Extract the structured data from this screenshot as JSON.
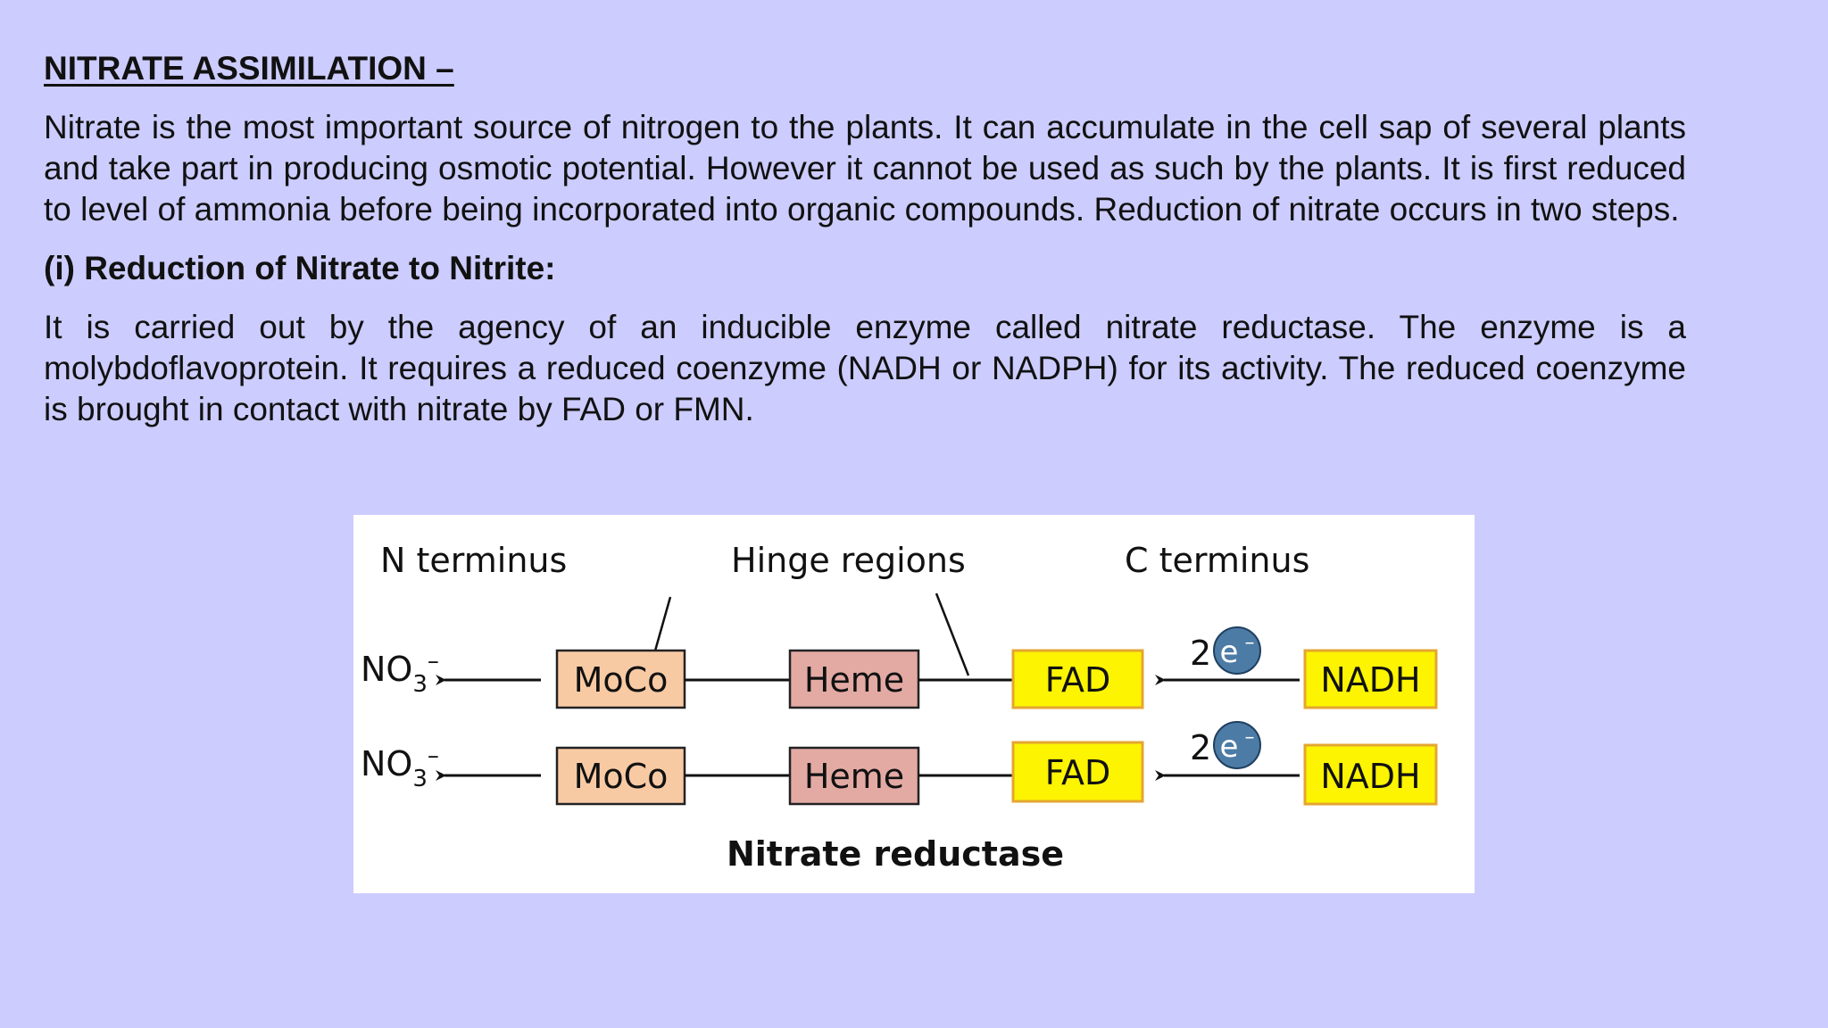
{
  "slide": {
    "heading": "NITRATE ASSIMILATION –",
    "intro": "Nitrate is the most important source of nitrogen to the plants. It can accumulate in the cell sap of several plants and take part in producing osmotic potential. However it cannot be used as such by the plants. It is first reduced to level of ammonia before being incorporated into organic compounds. Reduction of nitrate occurs in two steps.",
    "step_heading": "(i) Reduction of Nitrate to Nitrite:",
    "step_text": "It is carried out by the agency of an inducible enzyme called nitrate reductase. The enzyme is a molybdoflavoprotein. It requires a reduced coenzyme (NADH or NADPH) for its activity. The reduced coenzyme is brought in contact with nitrate by FAD or FMN."
  },
  "figure": {
    "n_terminus": "N terminus",
    "hinge_regions": "Hinge regions",
    "c_terminus": "C terminus",
    "caption": "Nitrate reductase",
    "no3_base": "NO",
    "no3_sub": "3",
    "no3_sup": "–",
    "electron_count": "2",
    "electron_symbol": "e",
    "electron_charge": "–",
    "domains": {
      "moco": "MoCo",
      "heme": "Heme",
      "fad": "FAD",
      "nadh": "NADH"
    },
    "colors": {
      "background": "#ccccff",
      "moco_fill": "#f8caa4",
      "heme_fill": "#e3aaa4",
      "fad_fill": "#fcf400",
      "nadh_fill": "#fcf400",
      "yellow_border": "#e4a632",
      "electron_fill": "#4c7ba6"
    }
  }
}
